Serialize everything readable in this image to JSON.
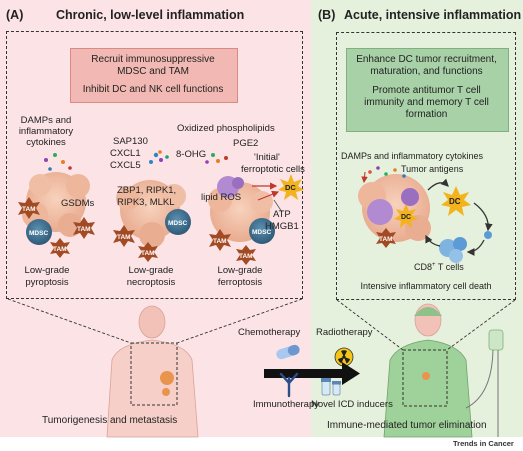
{
  "panel_a": {
    "label": "(A)",
    "title": "Chronic, low-level inflammation",
    "box_line1": "Recruit immunosuppressive",
    "box_line2": "MDSC and TAM",
    "box_line3": "Inhibit DC and NK cell functions",
    "pyroptosis": {
      "damps1": "DAMPs and",
      "damps2": "inflammatory",
      "damps3": "cytokines",
      "gsdms": "GSDMs",
      "caption1": "Low-grade",
      "caption2": "pyroptosis"
    },
    "necroptosis": {
      "sap130": "SAP130",
      "cxcl1": "CXCL1",
      "cxcl5": "CXCL5",
      "zbp1": "ZBP1, RIPK1,",
      "ripk3": "RIPK3, MLKL",
      "caption1": "Low-grade",
      "caption2": "necroptosis"
    },
    "ferroptosis": {
      "oxidized": "Oxidized phospholipids",
      "pge2": "PGE2",
      "ohg": "8-OHG",
      "initial1": "'Initial'",
      "initial2": "ferroptotic cells",
      "lipid_ros": "lipid ROS",
      "atp": "ATP",
      "hmgb1": "HMGB1",
      "caption1": "Low-grade",
      "caption2": "ferroptosis"
    },
    "cell_labels": {
      "tam": "TAM",
      "mdsc": "MDSC",
      "dc": "DC"
    },
    "footer": "Tumorigenesis and metastasis"
  },
  "panel_b": {
    "label": "(B)",
    "title": "Acute, intensive inflammation",
    "box_line1": "Enhance DC tumor recruitment,",
    "box_line2": "maturation, and functions",
    "box_line3": "Promote antitumor T cell",
    "box_line4": "immunity and memory T cell",
    "box_line5": "formation",
    "damps": "DAMPs and inflammatory cytokines",
    "tumor_antigens": "Tumor antigens",
    "cd8": "CD8",
    "cd8_sup": "+",
    "cd8_rest": " T cells",
    "death": "Intensive inflammatory cell death",
    "footer": "Immune-mediated tumor elimination"
  },
  "middle": {
    "chemotherapy": "Chemotherapy",
    "radiotherapy": "Radiotherapy",
    "immunotherapy": "Immunotherapy",
    "novel_icd": "Novel ICD inducers"
  },
  "credit": "Trends in Cancer",
  "colors": {
    "panel_a_bg": "#fbe3e6",
    "panel_b_bg": "#e6f1dd",
    "tam": "#a14a23",
    "mdsc": "#3c6b8a",
    "dc": "#f2b31d"
  }
}
